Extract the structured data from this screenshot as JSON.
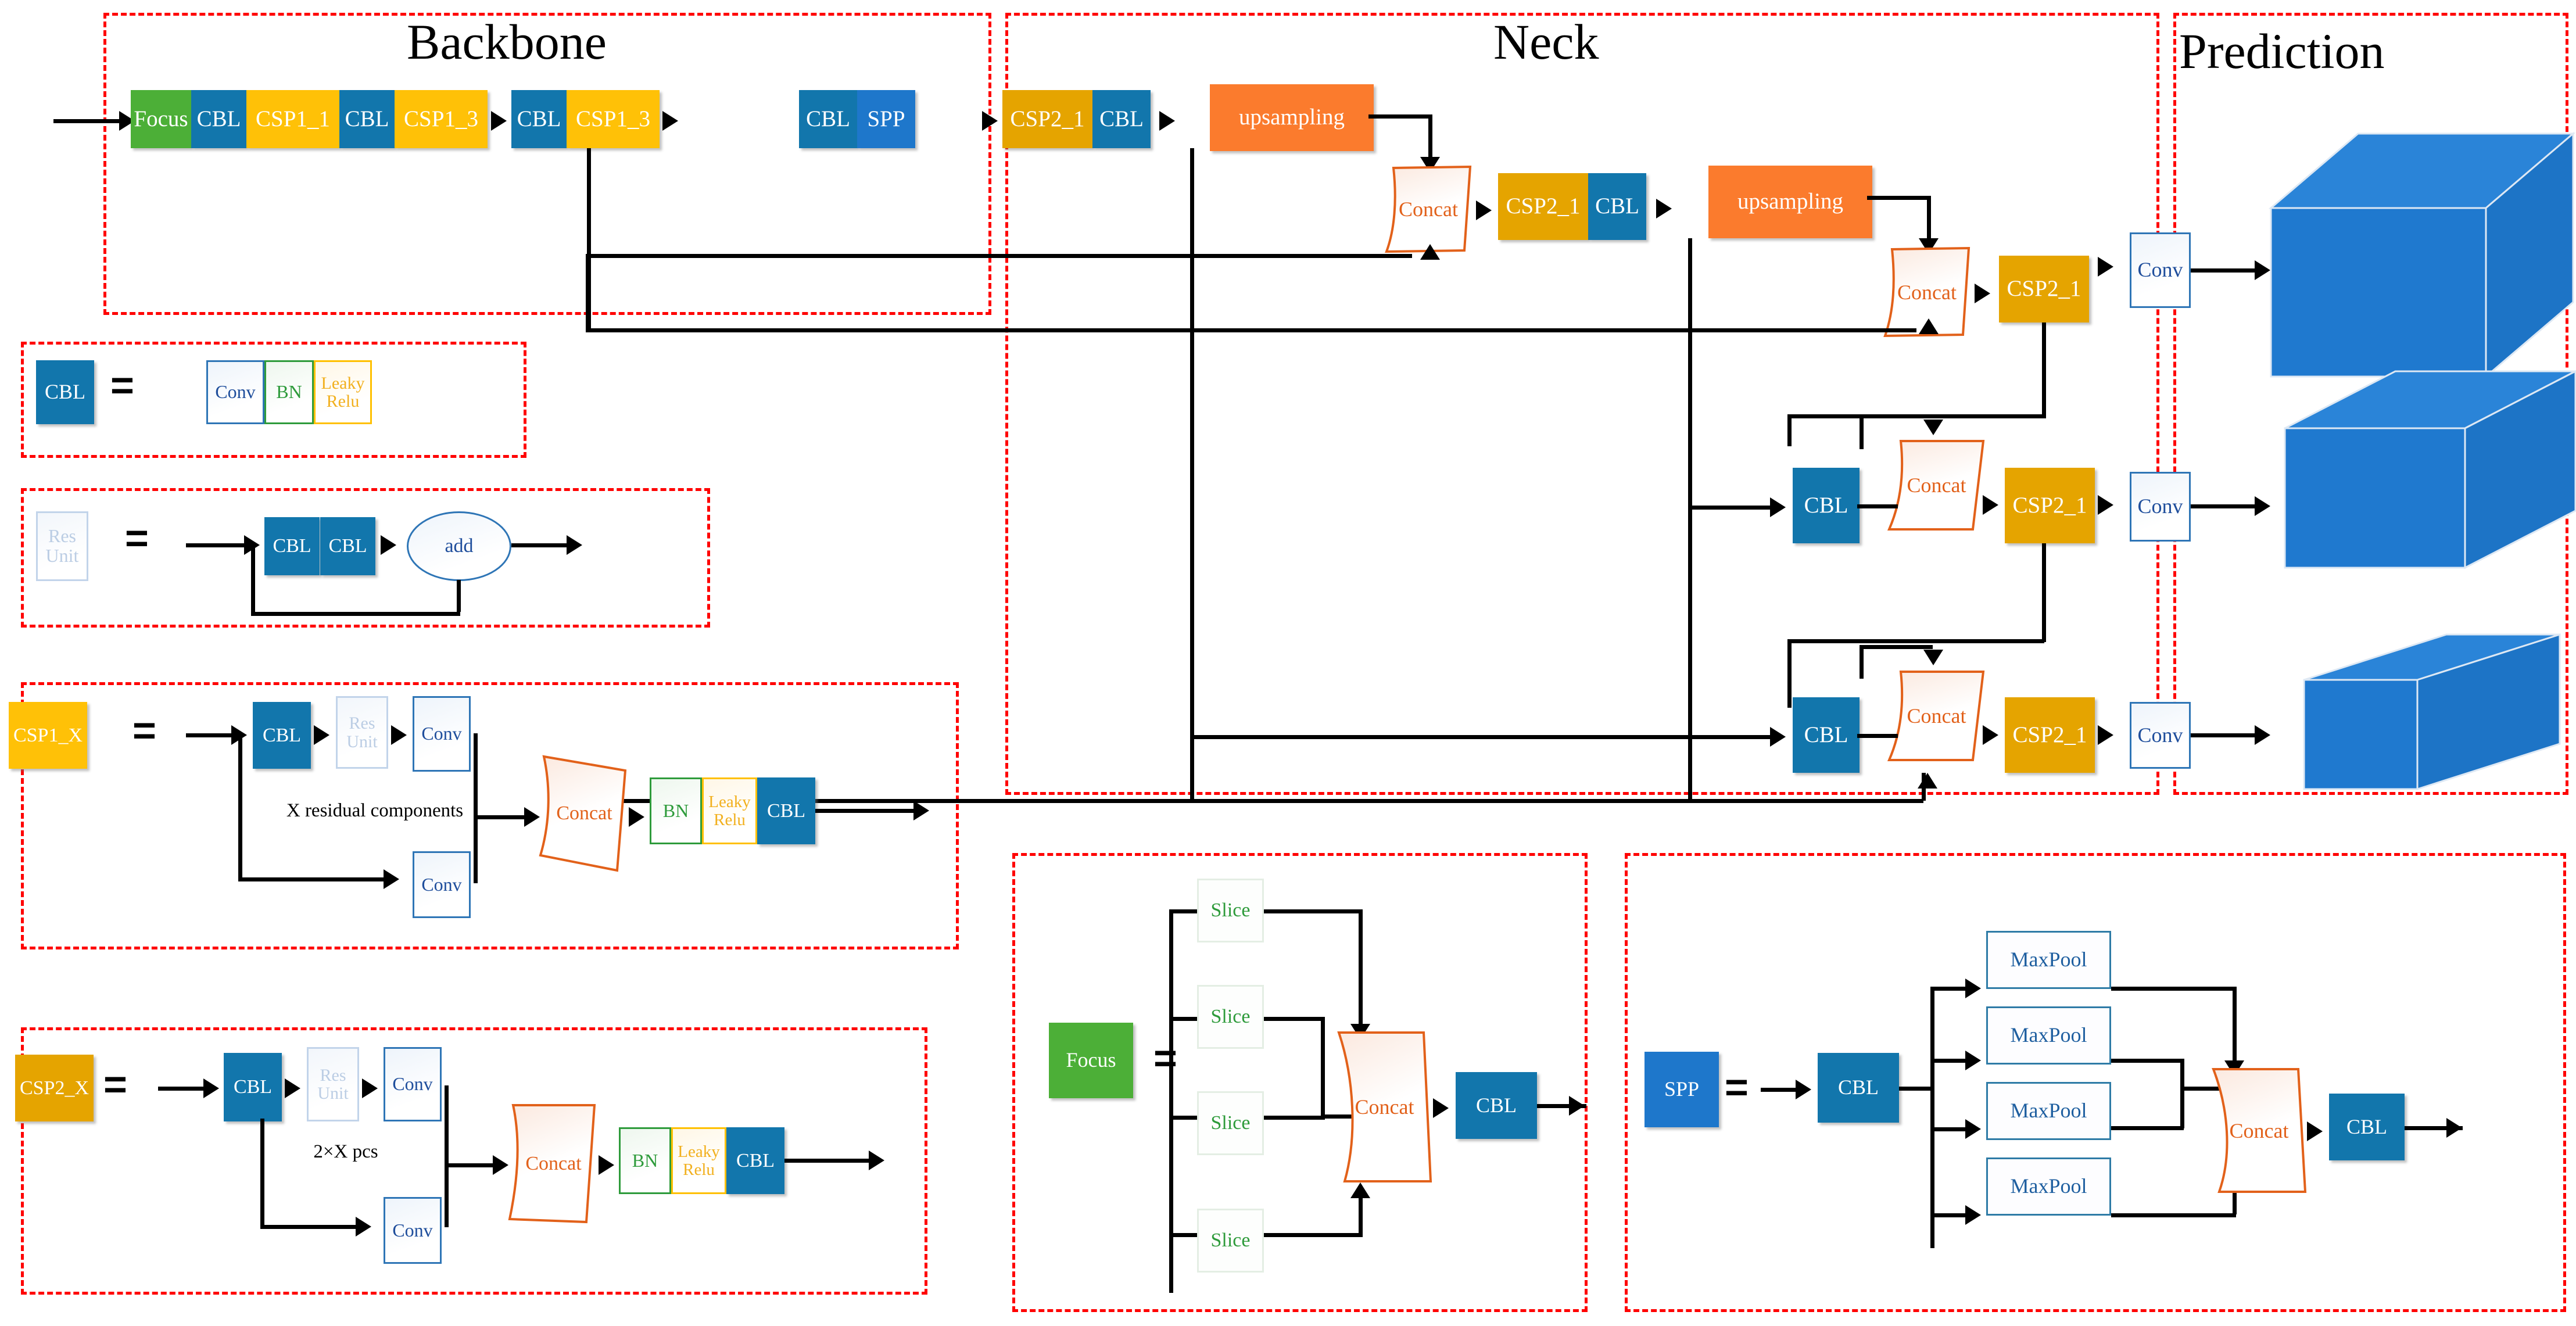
{
  "sections": {
    "backbone": "Backbone",
    "neck": "Neck",
    "prediction": "Prediction"
  },
  "colors": {
    "focus_green": "#4CAF37",
    "cbl_blue": "#1276AC",
    "csp1_yellow": "#FFC107",
    "spp_blue": "#1E77CB",
    "csp2_gold": "#E5A400",
    "upsampling_orange": "#FB7B2D",
    "concat_outline": "#E2611A",
    "conv_outline": "#2E75B6",
    "bn_green": "#2E9B3B",
    "leaky_relu_yellow": "#FFC000",
    "group_frame_red": "#FF0000",
    "cube_blue": "#1F79CF",
    "arrow_black": "#000000"
  },
  "backbone": {
    "blocks": [
      {
        "label": "Focus",
        "type": "focus"
      },
      {
        "label": "CBL",
        "type": "cbl"
      },
      {
        "label": "CSP1_1",
        "type": "csp1"
      },
      {
        "label": "CBL",
        "type": "cbl"
      },
      {
        "label": "CSP1_3",
        "type": "csp1"
      },
      {
        "label": "CBL",
        "type": "cbl"
      },
      {
        "label": "CSP1_3",
        "type": "csp1"
      },
      {
        "label": "CBL",
        "type": "cbl"
      },
      {
        "label": "SPP",
        "type": "spp"
      }
    ]
  },
  "neck": {
    "top_row": [
      {
        "label": "CSP2_1",
        "type": "csp2"
      },
      {
        "label": "CBL",
        "type": "cbl"
      },
      {
        "label": "upsampling",
        "type": "upsampling"
      },
      {
        "label": "Concat",
        "type": "concat"
      },
      {
        "label": "CSP2_1",
        "type": "csp2"
      },
      {
        "label": "CBL",
        "type": "cbl"
      },
      {
        "label": "upsampling",
        "type": "upsampling"
      },
      {
        "label": "Concat",
        "type": "concat"
      },
      {
        "label": "CSP2_1",
        "type": "csp2"
      }
    ],
    "mid_row": [
      {
        "label": "CBL",
        "type": "cbl"
      },
      {
        "label": "Concat",
        "type": "concat"
      },
      {
        "label": "CSP2_1",
        "type": "csp2"
      }
    ],
    "bottom_row": [
      {
        "label": "CBL",
        "type": "cbl"
      },
      {
        "label": "Concat",
        "type": "concat"
      },
      {
        "label": "CSP2_1",
        "type": "csp2"
      }
    ]
  },
  "prediction": {
    "heads": [
      {
        "conv": "Conv",
        "output": "feature-map-cuboid-large"
      },
      {
        "conv": "Conv",
        "output": "feature-map-cuboid-medium"
      },
      {
        "conv": "Conv",
        "output": "feature-map-cuboid-small"
      }
    ]
  },
  "legend": {
    "cbl": {
      "key": "CBL",
      "equals": "=",
      "parts": [
        "Conv",
        "BN",
        "Leaky\nRelu"
      ],
      "part_conv": "Conv",
      "part_bn": "BN",
      "part_leaky": "Leaky Relu"
    },
    "res_unit": {
      "key": "Res Unit",
      "equals": "=",
      "parts": [
        "CBL",
        "CBL",
        "add"
      ],
      "part_cbl1": "CBL",
      "part_cbl2": "CBL",
      "part_add": "add"
    },
    "csp1_x": {
      "key": "CSP1_X",
      "equals": "=",
      "note": "X residual components",
      "part_cbl": "CBL",
      "part_res": "Res Unit",
      "part_conv_top": "Conv",
      "part_conv_bottom": "Conv",
      "part_concat": "Concat",
      "part_bn": "BN",
      "part_leaky": "Leaky Relu",
      "part_cbl_out": "CBL"
    },
    "csp2_x": {
      "key": "CSP2_X",
      "equals": "=",
      "note": "2×X pcs",
      "part_cbl": "CBL",
      "part_res": "Res Unit",
      "part_conv_top": "Conv",
      "part_conv_bottom": "Conv",
      "part_concat": "Concat",
      "part_bn": "BN",
      "part_leaky": "Leaky Relu",
      "part_cbl_out": "CBL"
    },
    "focus": {
      "key": "Focus",
      "equals": "=",
      "slices": [
        "Slice",
        "Slice",
        "Slice",
        "Slice"
      ],
      "part_concat": "Concat",
      "part_cbl": "CBL"
    },
    "spp": {
      "key": "SPP",
      "equals": "=",
      "part_cbl_in": "CBL",
      "maxpools": [
        "MaxPool",
        "MaxPool",
        "MaxPool",
        "MaxPool"
      ],
      "part_concat": "Concat",
      "part_cbl_out": "CBL"
    }
  }
}
